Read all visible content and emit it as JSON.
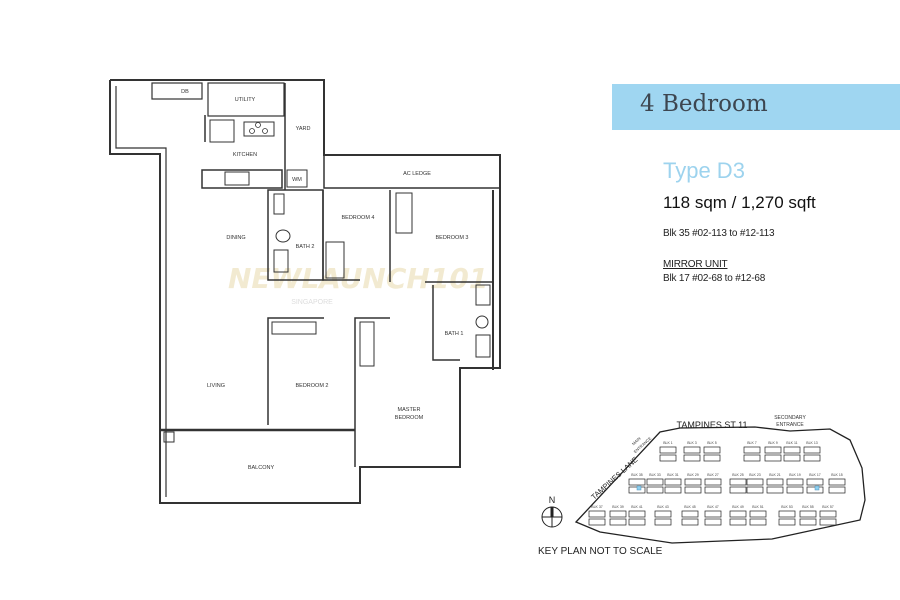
{
  "header": {
    "title": "4 Bedroom",
    "band_color": "#9fd6f1"
  },
  "unit": {
    "type": "Type D3",
    "area": "118 sqm / 1,270 sqft",
    "units": "Blk 35  #02-113 to #12-113",
    "mirror_label": "MIRROR UNIT",
    "mirror_units": "Blk 17  #02-68   to #12-68",
    "type_color": "#9dd3ee"
  },
  "floor_plan": {
    "rooms": {
      "db": "DB",
      "utility": "UTILITY",
      "yard": "YARD",
      "kitchen": "KITCHEN",
      "wm": "WM",
      "ac_ledge": "AC LEDGE",
      "dining": "DINING",
      "bath2": "BATH 2",
      "bedroom4": "BEDROOM 4",
      "bedroom3": "BEDROOM 3",
      "bath1": "BATH 1",
      "living": "LIVING",
      "bedroom2": "BEDROOM 2",
      "master1": "MASTER",
      "master2": "BEDROOM",
      "balcony": "BALCONY"
    },
    "watermark": "NEWLAUNCH101",
    "watermark_sub": "SINGAPORE"
  },
  "key_plan": {
    "street_top": "TAMPINES ST 11",
    "street_left": "TAMPINES LANE",
    "main_entrance_1": "MAIN",
    "main_entrance_2": "ENTRANCE",
    "secondary_entrance_1": "SECONDARY",
    "secondary_entrance_2": "ENTRANCE",
    "north": "N",
    "note": "KEY PLAN NOT TO SCALE",
    "highlight_color": "#8fd0f0",
    "highlighted_blocks": [
      "BLK 35",
      "BLK 17"
    ],
    "rows": [
      [
        "BLK 1",
        "BLK 3",
        "BLK 5",
        "BLK 7",
        "BLK 9",
        "BLK 11",
        "BLK 13"
      ],
      [
        "BLK 35",
        "BLK 33",
        "BLK 31",
        "BLK 29",
        "BLK 27",
        "BLK 25",
        "BLK 23",
        "BLK 21",
        "BLK 19",
        "BLK 17",
        "BLK 15"
      ],
      [
        "BLK 37",
        "BLK 39",
        "BLK 41",
        "BLK 43",
        "BLK 45",
        "BLK 47",
        "BLK 49",
        "BLK 51",
        "BLK 53",
        "BLK 55",
        "BLK 57"
      ]
    ]
  }
}
